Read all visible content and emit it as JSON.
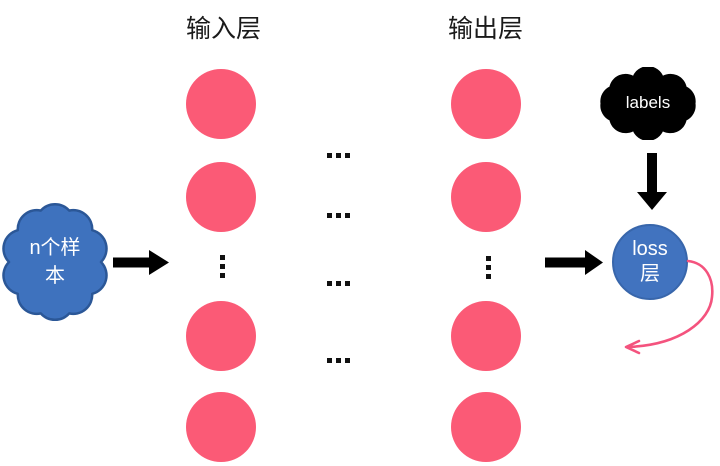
{
  "titles": {
    "input_layer": "输入层",
    "output_layer": "输出层"
  },
  "samples_cloud": {
    "label": "n个样本"
  },
  "labels_cloud": {
    "label": "labels"
  },
  "loss_node": {
    "line1": "loss",
    "line2": "层"
  },
  "ellipsis": {
    "horizontal": "...",
    "vertical": "⋮"
  },
  "network": {
    "input_neuron_count": 4,
    "output_neuron_count": 4,
    "hidden_layer_ellipsis_rows": 4,
    "flow": "n个样本 -> 输入层 -> ... -> 输出层 -> loss层 <- labels"
  },
  "colors": {
    "neuron_pink": "#FB5A76",
    "node_blue": "#4173BF",
    "cloud_blue": "#3E72BE",
    "cloud_black": "#000000",
    "arrow_black": "#000000",
    "feedback_pink": "#F4537E"
  }
}
